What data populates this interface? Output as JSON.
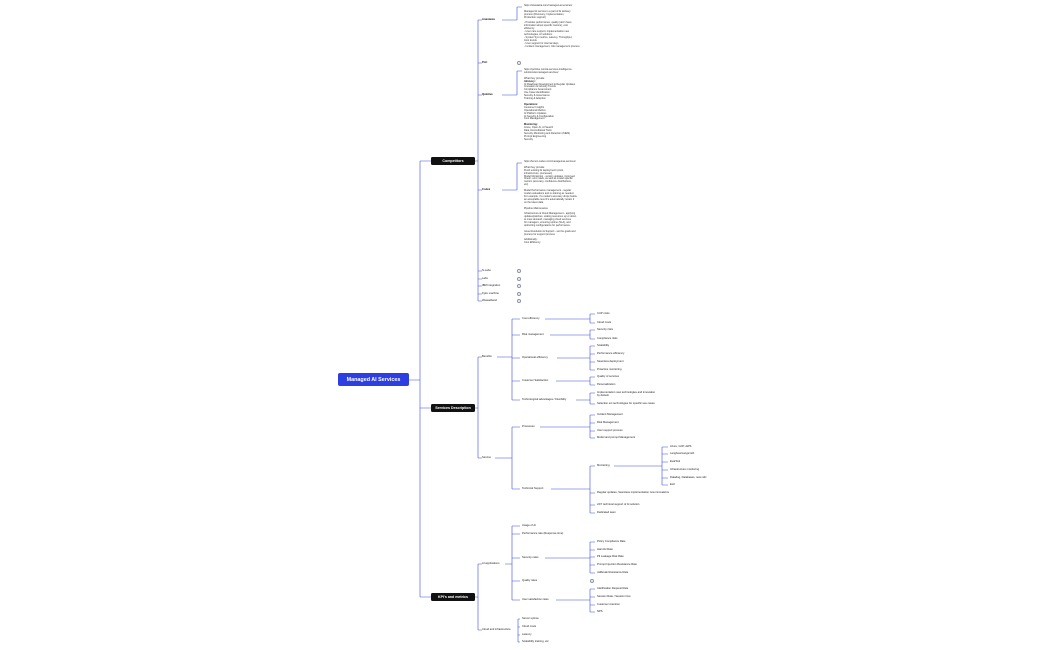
{
  "root": "Managed AI Services",
  "sections": {
    "competitors": "Competitors",
    "services": "Services Description",
    "kpis": "KPI's and metrics"
  },
  "competitors": {
    "items": {
      "anastasia": "Anastasia",
      "poc": "PoC",
      "quintive": "Quintive",
      "codex": "Codex",
      "incubex": "N-Labs",
      "labs": "Labs",
      "ibm": "IBM Integration",
      "ks": "Kyku machine",
      "weasel": "Weaselband"
    },
    "anastasia_notes": "https://anastasia.com/managed-ai-services/\n\nManaged AI service is a part of AI delivery\nprocess (Discovery, Implementation,\nProduction support)\n\n- Provides performance, quality (don't have\ninformation about specific metrics), cost\nefficiency\n- User care support, implementation new\ntechnologies, AI solutions\n- System Sys metrics, Latency, Throughput,\nCost trends\n- User support for internal days\n- Incident management, risk management process",
    "quintive_notes": "https://quintive.com/ai-services-intelligence-\nsolutions/ai-managed-services/\n\nWhat they provide:\n<b>Advisory:</b>\nAI Roadmap Development & Regular Updates\nInnovation & Industry Trends\nCompliance Assessment\nUse Case Identification\nSecurity & Governance\nTraining & Adoption\n\n<b>Operations:</b>\nCustomer Insights\nOperational Metrics\nAI Platform Updates\nAI Security & Configuration\nCost Management\n\n<b>Monitoring:</b>\nAzure, Open AI, AI Search\nData Unconditional Tools\nSecurity Monitoring and Detection (SIEM)\nPrompt Engineering\nSecurity",
    "codex_notes": "https://lemon.codex.com/managed-ai-services/\n\nWhat they provide:\nFlush existing AI deployment (costs,\ninfrastructure, processes)\nModel Monitoring - version updates, improved\nthresh, error rates, as well as model-specific\nmetrics (accuracy, confidence distributions,\netc)\n\nModel Performance management - regular\nmodel evaluations and re-training as needed.\nFor example, if a model's accuracy drops below\nan acceptable level it's automatically retrain it\non the latest data.\n\nPipeline Maintenance\n\nInfrastructure & Cloud Management - applying\nupdates/patches, scaling resources up or down\nto meet demand, managing cloud services\nfor managers, ensuring uptime (SLA), and\noptimizing configurations for performance.\n\nIssue Resolution & Support - set the goals and\nprocess for support process\n\nAdditionally:\nCost Efficiency"
  },
  "services": {
    "benefits": {
      "label": "Benefits",
      "cost_efficiency": {
        "label": "Cost efficiency",
        "items": [
          "CUP costs",
          "Cloud costs"
        ]
      },
      "risk": {
        "label": "Risk management",
        "items": [
          "Security risks",
          "Compliance risks"
        ]
      },
      "operational": {
        "label": "Operational efficiency",
        "items": [
          "Scalability",
          "Performance efficiency",
          "Seamless deployment",
          "Proactive monitoring"
        ]
      },
      "customer": {
        "label": "Customer Satisfaction",
        "items": [
          "Quality of services",
          "Personalization"
        ]
      },
      "tech": {
        "label": "Technological advantages / Flexibility",
        "items": [
          "Implementation new technologies and innovation by default",
          "Selection ext technologies for specific use cases"
        ]
      }
    },
    "service": {
      "label": "Service",
      "processes": {
        "label": "Processes",
        "items": [
          "Incident Management",
          "Risk Management",
          "User support process",
          "Model and prompt Management"
        ]
      },
      "technical": {
        "label": "Technical Support",
        "monitoring": {
          "label": "Monitoring",
          "items": [
            "Azure, GCP, AWS",
            "Langfuse/Langsmith",
            "EvalTool",
            "Infrastructure monitoring",
            "Datadog, Databases, new relic",
            "ELK"
          ]
        },
        "items": [
          "Regular updates, Seamless implementation new innovations",
          "24/7 technical support of AI solution",
          "Dedicated team"
        ]
      }
    }
  },
  "kpis": {
    "ai_apps": {
      "label": "AI applications",
      "usage": "Usage of AI",
      "performance": "Performance rate (Response time)",
      "security": {
        "label": "Security rates",
        "items": [
          "Policy Compliance Rate",
          "Harmful Rate",
          "PII Leakage Risk Rate",
          "Prompt Injection Resistance Rate",
          "Jailbreak Resistance Rate"
        ]
      },
      "quality": "Quality rates",
      "satisfaction": {
        "label": "User satisfaction rates",
        "items": [
          "Clarification Request Rate",
          "Session Rate / Session time",
          "Customer retention",
          "NPS"
        ]
      }
    },
    "cloud": {
      "label": "Cloud and infrastructure",
      "items": [
        "Server uptime",
        "Cloud costs",
        "Latency",
        "Scalability training, etc"
      ]
    }
  },
  "colors": {
    "root": "#2d3fe0",
    "section": "#111111",
    "link": "#3a4fd8"
  }
}
